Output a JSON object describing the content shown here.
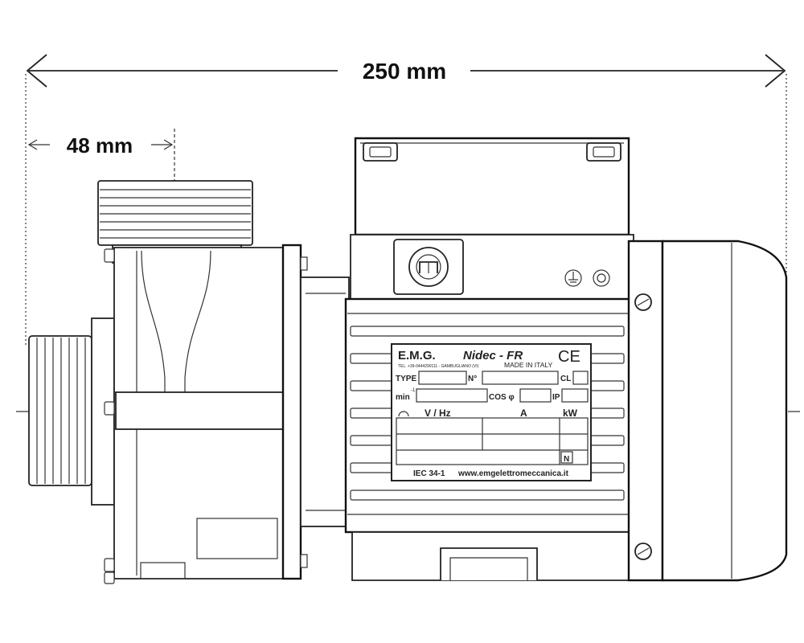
{
  "dimensions": {
    "overall_length": "250 mm",
    "inlet_offset": "48 mm"
  },
  "nameplate": {
    "brand": "E.M.G.",
    "brand_logo": "Nidec - FR",
    "ce_mark": "CE",
    "contact_line": "TEL. +39-0444290111 - GAMBUGLIANO (VI)",
    "made_in": "MADE IN ITALY",
    "labels": {
      "type": "TYPE",
      "number": "N°",
      "class": "CL",
      "rpm": "min",
      "rpm_superscript": "-1",
      "cos_phi": "COS φ",
      "ip": "IP",
      "voltage": "V / Hz",
      "current": "A",
      "power": "kW",
      "n_box": "N"
    },
    "standard": "IEC 34-1",
    "website": "www.emgelettromeccanica.it"
  },
  "colors": {
    "line": "#222222",
    "background": "#ffffff"
  }
}
